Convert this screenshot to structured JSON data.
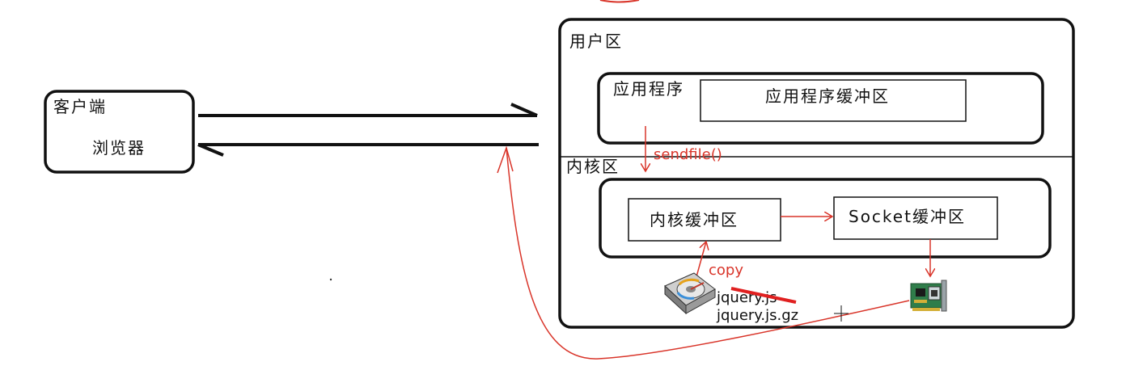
{
  "client": {
    "title": "客户端",
    "browser": "浏览器"
  },
  "server": {
    "user_zone": "用户区",
    "app": "应用程序",
    "app_buffer": "应用程序缓冲区",
    "kernel_zone": "内核区",
    "kernel_buffer": "内核缓冲区",
    "socket_buffer": "Socket缓冲区"
  },
  "annotations": {
    "sendfile": "sendfile()",
    "copy": "copy",
    "file1": "jquery.js",
    "file2": "jquery.js.gz"
  },
  "icons": {
    "disk": "hard-disk-icon",
    "nic": "network-card-icon"
  },
  "colors": {
    "arrow_red": "#d9352a",
    "stroke": "#111111"
  }
}
